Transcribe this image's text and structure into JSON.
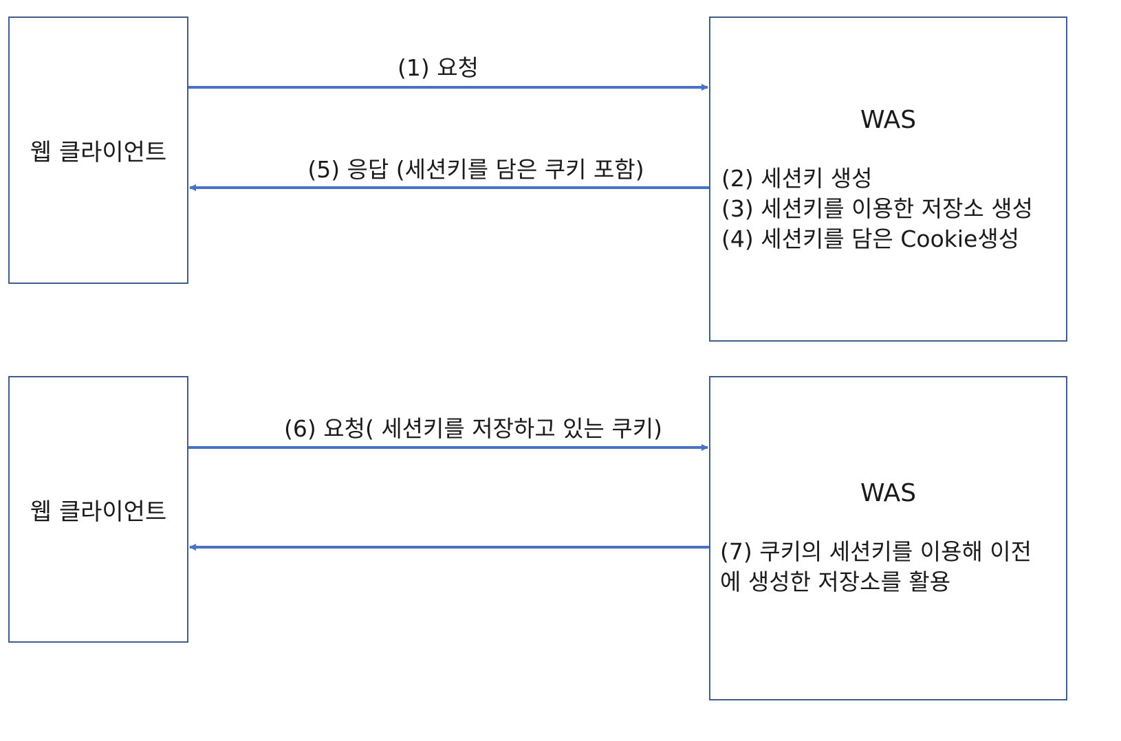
{
  "colors": {
    "arrow": "#4a72c4",
    "box_border": "#3f5d88"
  },
  "top": {
    "client_label": "웹 클라이언트",
    "was_title": "WAS",
    "was_lines": [
      "(2) 세션키 생성",
      "(3) 세션키를 이용한 저장소 생성",
      "(4) 세션키를 담은 Cookie생성"
    ],
    "request_label": "(1) 요청",
    "response_label": "(5) 응답 (세션키를 담은 쿠키 포함)"
  },
  "bottom": {
    "client_label": "웹 클라이언트",
    "was_title": "WAS",
    "was_text": "(7) 쿠키의 세션키를 이용해 이전에 생성한 저장소를 활용",
    "request_label": "(6) 요청( 세션키를 저장하고 있는 쿠키)"
  }
}
